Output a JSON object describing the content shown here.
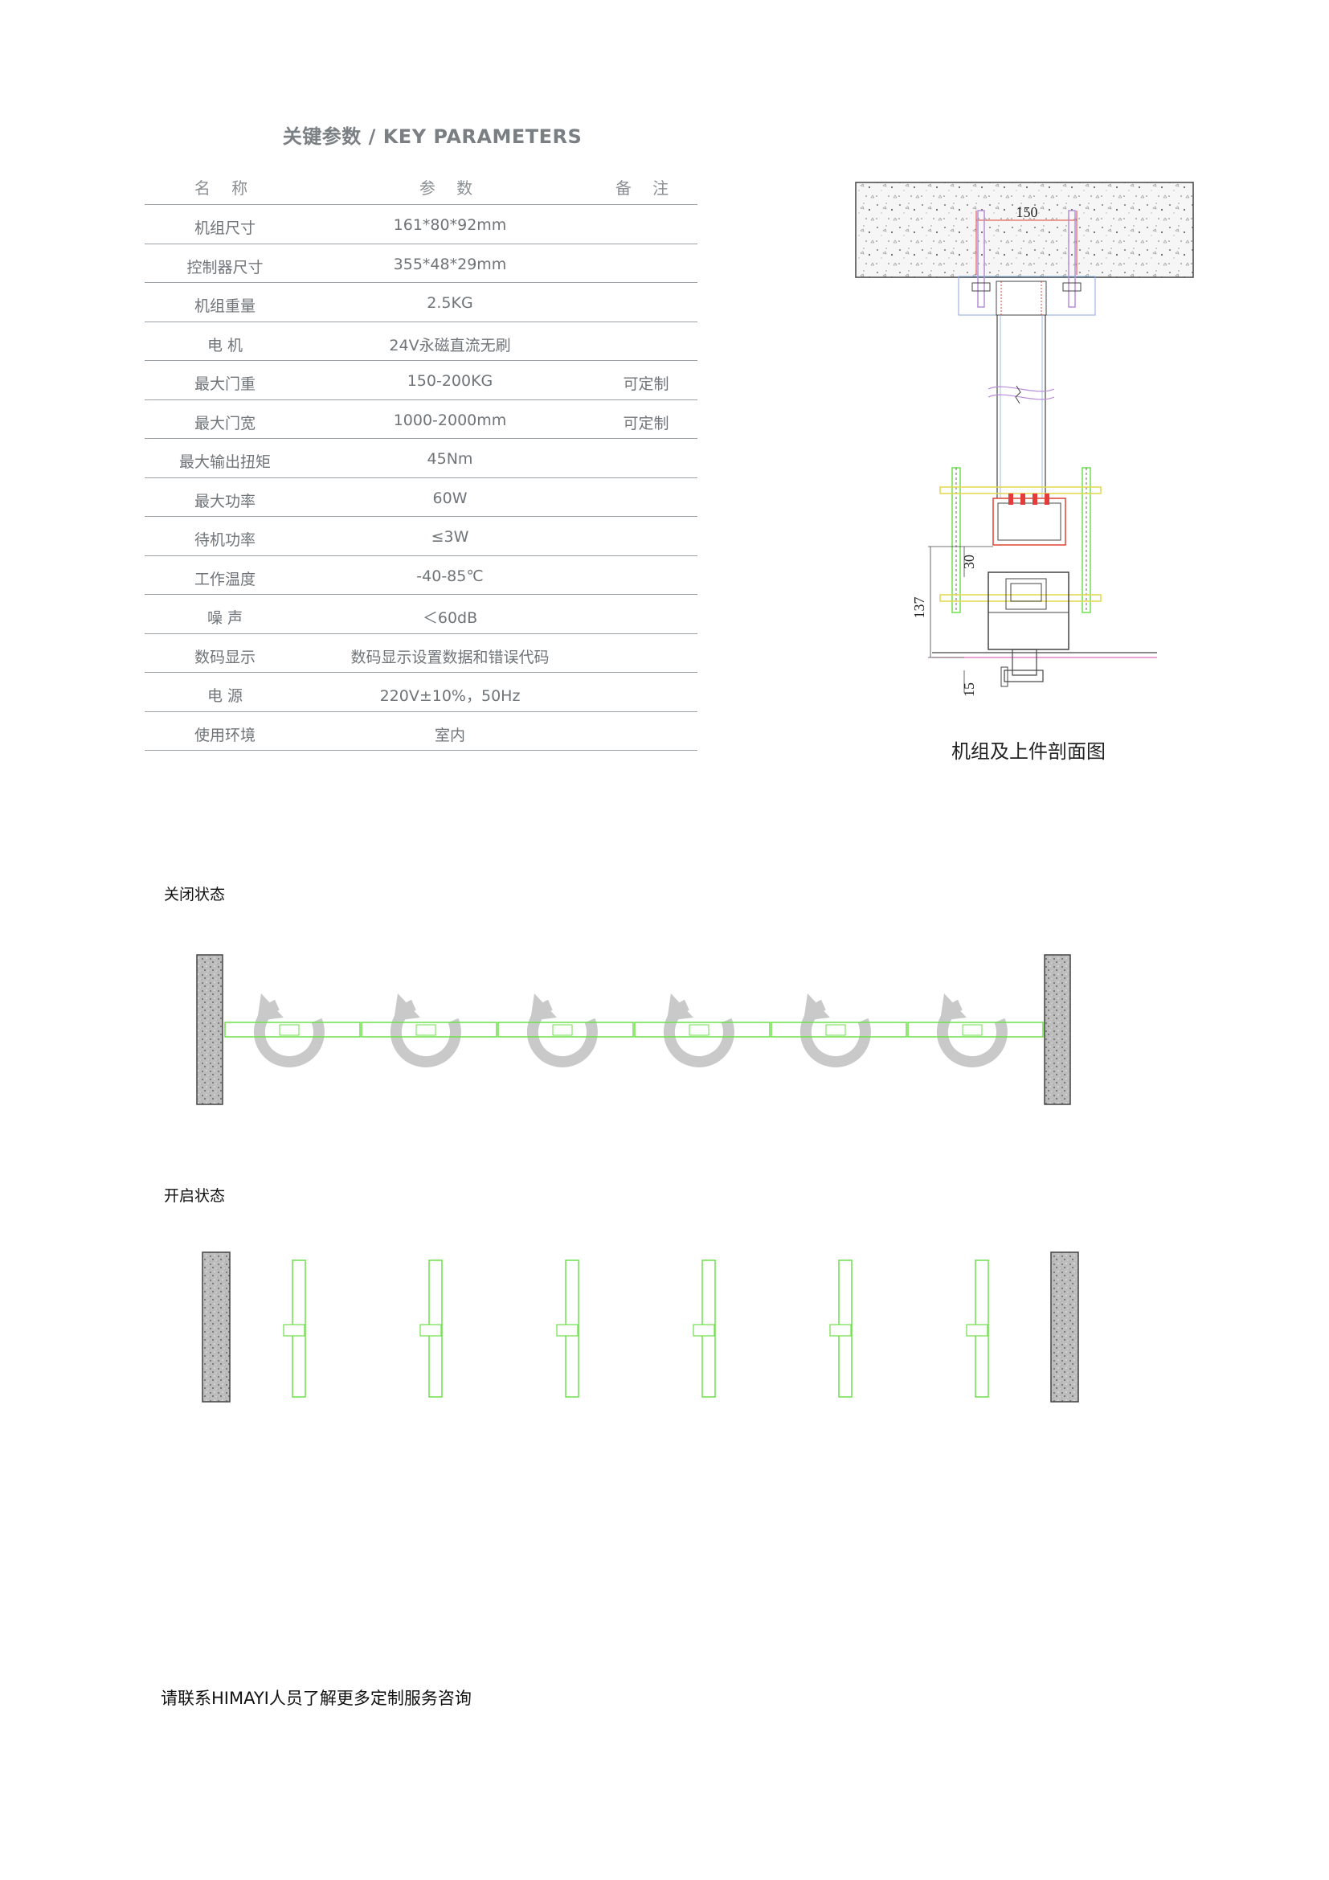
{
  "params": {
    "title": "关键参数 / KEY PARAMETERS",
    "headers": {
      "name": "名 称",
      "value": "参 数",
      "note": "备 注"
    },
    "rows": [
      {
        "name": "机组尺寸",
        "value": "161*80*92mm",
        "note": ""
      },
      {
        "name": "控制器尺寸",
        "value": "355*48*29mm",
        "note": ""
      },
      {
        "name": "机组重量",
        "value": "2.5KG",
        "note": ""
      },
      {
        "name": "电 机",
        "value": "24V永磁直流无刷",
        "note": ""
      },
      {
        "name": "最大门重",
        "value": "150-200KG",
        "note": "可定制"
      },
      {
        "name": "最大门宽",
        "value": "1000-2000mm",
        "note": "可定制"
      },
      {
        "name": "最大输出扭矩",
        "value": "45Nm",
        "note": ""
      },
      {
        "name": "最大功率",
        "value": "60W",
        "note": ""
      },
      {
        "name": "待机功率",
        "value": "≤3W",
        "note": ""
      },
      {
        "name": "工作温度",
        "value": "-40-85℃",
        "note": ""
      },
      {
        "name": "噪 声",
        "value": "＜60dB",
        "note": ""
      },
      {
        "name": "数码显示",
        "value": "数码显示设置数据和错误代码",
        "note": ""
      },
      {
        "name": "电 源",
        "value": "220V±10%，50Hz",
        "note": ""
      },
      {
        "name": "使用环境",
        "value": "室内",
        "note": ""
      }
    ]
  },
  "section_drawing": {
    "caption": "机组及上件剖面图",
    "dimensions": {
      "width": "150",
      "gap": "30",
      "height": "137",
      "bottom": "15"
    }
  },
  "closed_state": {
    "label": "关闭状态"
  },
  "open_state": {
    "label": "开启状态"
  },
  "footer": {
    "text": "请联系HIMAYI人员了解更多定制服务咨询"
  },
  "colors": {
    "panel": "#6ee04a",
    "rotation_arrow": "#c9c9c9",
    "wall": "#999999",
    "bolt": "#b98ed9",
    "fastener": "#e43b3b"
  }
}
